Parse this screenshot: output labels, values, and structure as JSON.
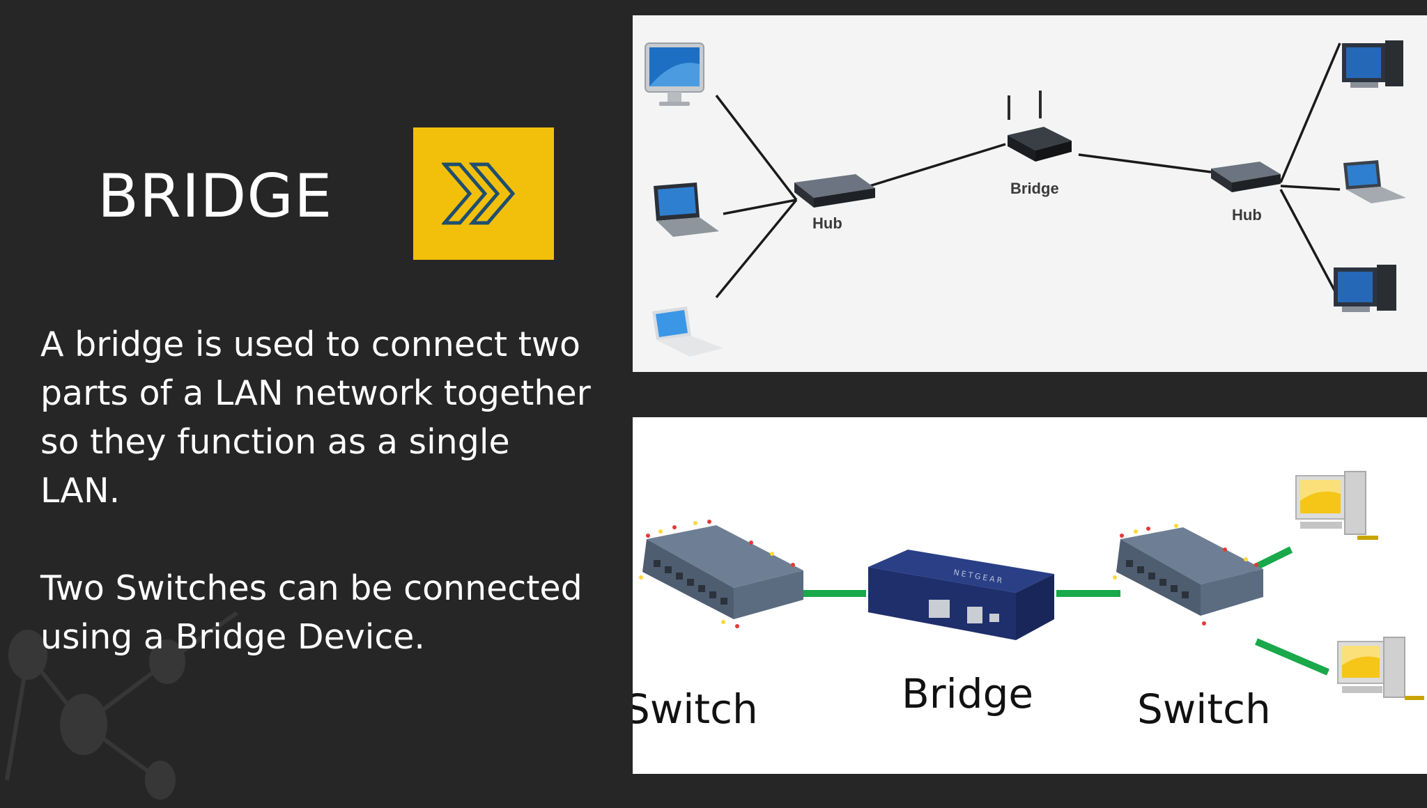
{
  "slide": {
    "title": "BRIDGE",
    "paragraphs": [
      "A bridge is used to connect two parts of a LAN network together so they function as a single LAN.",
      "Two Switches can be connected using a Bridge Device."
    ],
    "arrow_icon": "double-chevron-right-icon",
    "colors": {
      "background": "#262626",
      "accent": "#f2c00b",
      "icon_stroke": "#1f4e6e",
      "link_green": "#19a84a"
    }
  },
  "diagram_top": {
    "labels": {
      "hub_left": "Hub",
      "bridge": "Bridge",
      "hub_right": "Hub"
    }
  },
  "diagram_bottom": {
    "labels": {
      "switch_left": "Switch",
      "bridge": "Bridge",
      "switch_right": "Switch"
    },
    "device_brand": "NETGEAR"
  }
}
